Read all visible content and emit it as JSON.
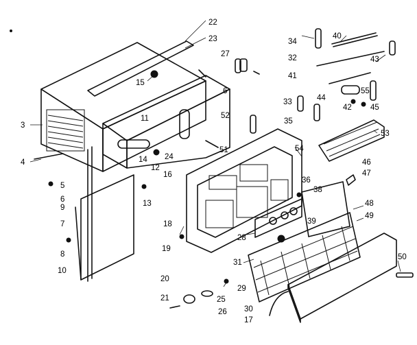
{
  "labels": [
    "22",
    "23",
    "27",
    "34",
    "40",
    "32",
    "41",
    "43",
    "15",
    "6",
    "11",
    "52",
    "3",
    "44",
    "33",
    "55",
    "42",
    "45",
    "35",
    "53",
    "14",
    "51",
    "54",
    "4",
    "24",
    "12",
    "16",
    "46",
    "47",
    "5",
    "6",
    "13",
    "36",
    "38",
    "9",
    "48",
    "49",
    "7",
    "18",
    "39",
    "28",
    "8",
    "19",
    "31",
    "50",
    "10",
    "20",
    "29",
    "21",
    "25",
    "26",
    "30",
    "17"
  ],
  "colors": {
    "ink": "#111111",
    "paper": "#ffffff"
  }
}
